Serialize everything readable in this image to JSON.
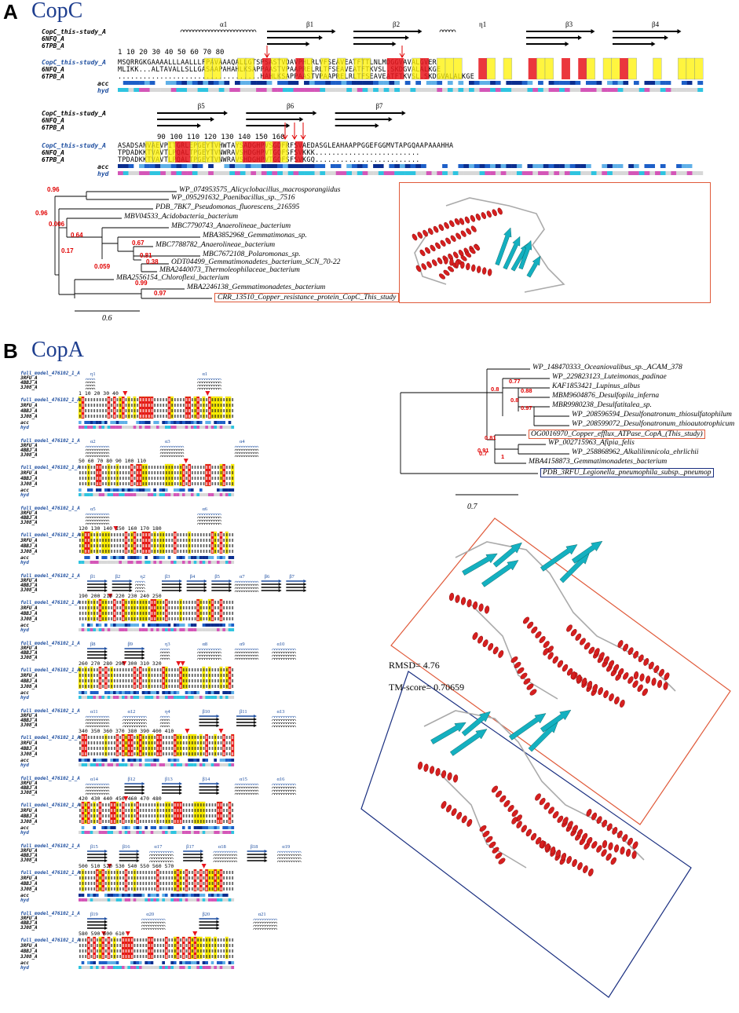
{
  "panels": {
    "a": {
      "letter": "A",
      "title": "CopC"
    },
    "b": {
      "letter": "B",
      "title": "CopA"
    }
  },
  "copc_alignment": {
    "row1": {
      "ruler": "1     10        20        30        40        50        60        70        80",
      "sstruct": [
        "α1",
        "β1",
        "β2",
        "η1",
        "β3",
        "β4"
      ],
      "names": [
        "CopC_this-study_A",
        "6NFQ_A",
        "6TPB_A"
      ],
      "sequences": [
        "MSQRRGKGAAAALLLAALLLFPAVAAAQALLGTSPSASTVDAVPHLRLVFSEAVEATFTTLNLMDGGVAVALGVER",
        "MLIKK...ALTAVALLSLLGASAAPAHAHLKSAPPAASTVPAAPRELRLTFSEAVEATFTKVSL.SKDGVALALKGE",
        "..................................HAHLKSAPPAASTVPAAPRELRLTFSEAVEATFTKVSL.SKDGVALALKGE"
      ],
      "track_labels": [
        "acc",
        "hyd"
      ]
    },
    "row2": {
      "ruler": "90        100       110       120       130       140       150       160",
      "sstruct": [
        "β5",
        "β6",
        "β7"
      ],
      "names": [
        "CopC_this-study_A",
        "6NFQ_A",
        "6TPB_A"
      ],
      "sequences": [
        "ASADSANVAEVPITGRLEPGEYTVHWTAYSADGHPVSGDFRFSVAEDASGLEAHAAPPGGEFGGMVTAPGQAAPAAAHHA",
        "TPDADKKTVAVTLPQALTPGEYTVNWRAVSHDGHPVTGQFSFSVKKK.........................",
        "TPDADKKTVAVTLPQALTPGEYTVNWRAVSHDGHPVTGQFSFSVKGQ........................."
      ],
      "track_labels": [
        "acc",
        "hyd"
      ]
    }
  },
  "copc_tree": {
    "leaves": [
      "WP_074953575_Alicyclobacillus_macrosporangiidus",
      "WP_095291632_Paenibacillus_sp._7516",
      "PDB_7BK7_Pseudomonas_fluorescens_216595",
      "MBV04533_Acidobacteria_bacterium",
      "MBC7790743_Anaerolineae_bacterium",
      "MBA3852968_Gemmatimonas_sp.",
      "MBC7788782_Anaerolineae_bacterium",
      "MBC7672108_Polaromonas_sp.",
      "ODT04499_Gemmatimonadetes_bacterium_SCN_70-22",
      "MBA2440073_Thermoleophilaceae_bacterium",
      "MBA2556154_Chloroflexi_bacterium",
      "MBA2246138_Gemmatimonadetes_bacterium",
      "CRR_13510_Copper_resistance_protein_CopC_This_study"
    ],
    "bootstrap": [
      "0.96",
      "0.96",
      "0.006",
      "0.64",
      "0.17",
      "0.67",
      "0.81",
      "0.38",
      "0.059",
      "0.99",
      "0.97"
    ],
    "scale": "0.6"
  },
  "copa_tree": {
    "leaves": [
      "WP_148470333_Oceaniovalibus_sp._ACAM_378",
      "WP_229823123_Luteimonas_padinae",
      "KAF1853421_Lupinus_albus",
      "MBM9604876_Desulfopila_inferna",
      "MBR9980238_Desulfatitalea_sp.",
      "WP_208596594_Desulfonatronum_thiosulfatophilum",
      "WP_208599072_Desulfonatronum_thioautotrophicum",
      "OG0016970_Copper_efflux_ATPase_CopA_(This_study)",
      "WP_002715963_Afipia_felis",
      "WP_258868962_Alkalilimnicola_ehrlichii",
      "MBA4158873_Gemmatimonadetes_bacterium",
      "PDB_3RFU_Legionella_pneumophila_subsp._pneumop"
    ],
    "bootstrap": [
      "0.8",
      "0.77",
      "0.88",
      "0.8",
      "0.97",
      "0.91",
      "0.81",
      "0.7",
      "1"
    ],
    "scale": "0.7"
  },
  "copa_alignment": {
    "names": [
      "full_model_476102_1_A",
      "3RFU_A",
      "4BBJ_A",
      "3J08_A"
    ],
    "track_labels": [
      "acc",
      "hyd"
    ],
    "rows": [
      {
        "ruler": "1     10        20        30        40",
        "ss": [
          "η1",
          "α1"
        ]
      },
      {
        "ruler": "50   60   70   80   90   100   110",
        "ss": [
          "α2",
          "α3",
          "α4"
        ]
      },
      {
        "ruler": "120  130  140  150  160  170  180",
        "ss": [
          "α5",
          "α6"
        ]
      },
      {
        "ruler": "190  200  210  220  230  240  250",
        "ss": [
          "β1",
          "β2",
          "η2",
          "β3",
          "β4",
          "β5",
          "α7",
          "β6",
          "β7"
        ]
      },
      {
        "ruler": "260  270  280  290  300  310  320",
        "ss": [
          "β8",
          "β9",
          "η3",
          "α8",
          "α9",
          "α10"
        ]
      },
      {
        "ruler": "340  350  360  370  380  390  400  410",
        "ss": [
          "α11",
          "α12",
          "η4",
          "β10",
          "β11",
          "α13"
        ]
      },
      {
        "ruler": "420  430  440  450  460  470  480",
        "ss": [
          "α14",
          "β12",
          "β13",
          "β14",
          "α15",
          "α16"
        ]
      },
      {
        "ruler": "500  510  520  530  540  550  560  570",
        "ss": [
          "β15",
          "β16",
          "α17",
          "β17",
          "α18",
          "β18",
          "α19"
        ]
      },
      {
        "ruler": "580  590  600  610",
        "ss": [
          "β19",
          "α20",
          "β20",
          "α21"
        ]
      }
    ]
  },
  "metrics": {
    "rmsd": "RMSD=  4.76",
    "tm": "TM-score= 0.70659"
  },
  "colors": {
    "identical": "#e8141b",
    "similar": "#fff200",
    "title_blue": "#1f3f8f",
    "red_box": "#e05a3a",
    "blue_box": "#1a2f80",
    "helix": "#d61f1f",
    "strand": "#14b0c0"
  }
}
